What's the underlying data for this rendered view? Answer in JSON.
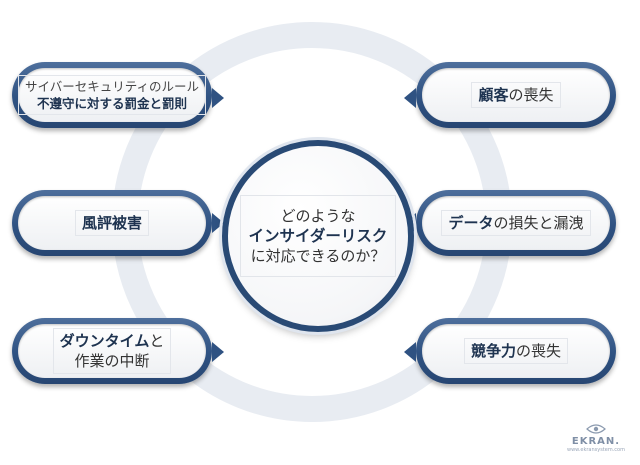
{
  "center": {
    "line1": "どのような",
    "line2": "インサイダーリスク",
    "line3": "に対応できるのか？"
  },
  "items": {
    "penalties": {
      "line1": "サイバーセキュリティのルール",
      "line2": "不遵守に対する罰金と罰則"
    },
    "reputation": {
      "label": "風評被害"
    },
    "downtime": {
      "bold": "ダウンタイム",
      "after": "と",
      "line2": "作業の中断"
    },
    "customers": {
      "bold": "顧客",
      "rest": "の喪失"
    },
    "data": {
      "bold": "データ",
      "rest": "の損失と漏洩"
    },
    "competitive": {
      "bold": "競争力",
      "rest": "の喪失"
    }
  },
  "logo": {
    "name": "EKRAN.",
    "url": "www.ekransystem.com",
    "icon": "eye-icon"
  },
  "colors": {
    "pill": "#2f5282",
    "ring": "#e8ecf2",
    "center_border": "#294a75",
    "text": "#1e3350"
  }
}
